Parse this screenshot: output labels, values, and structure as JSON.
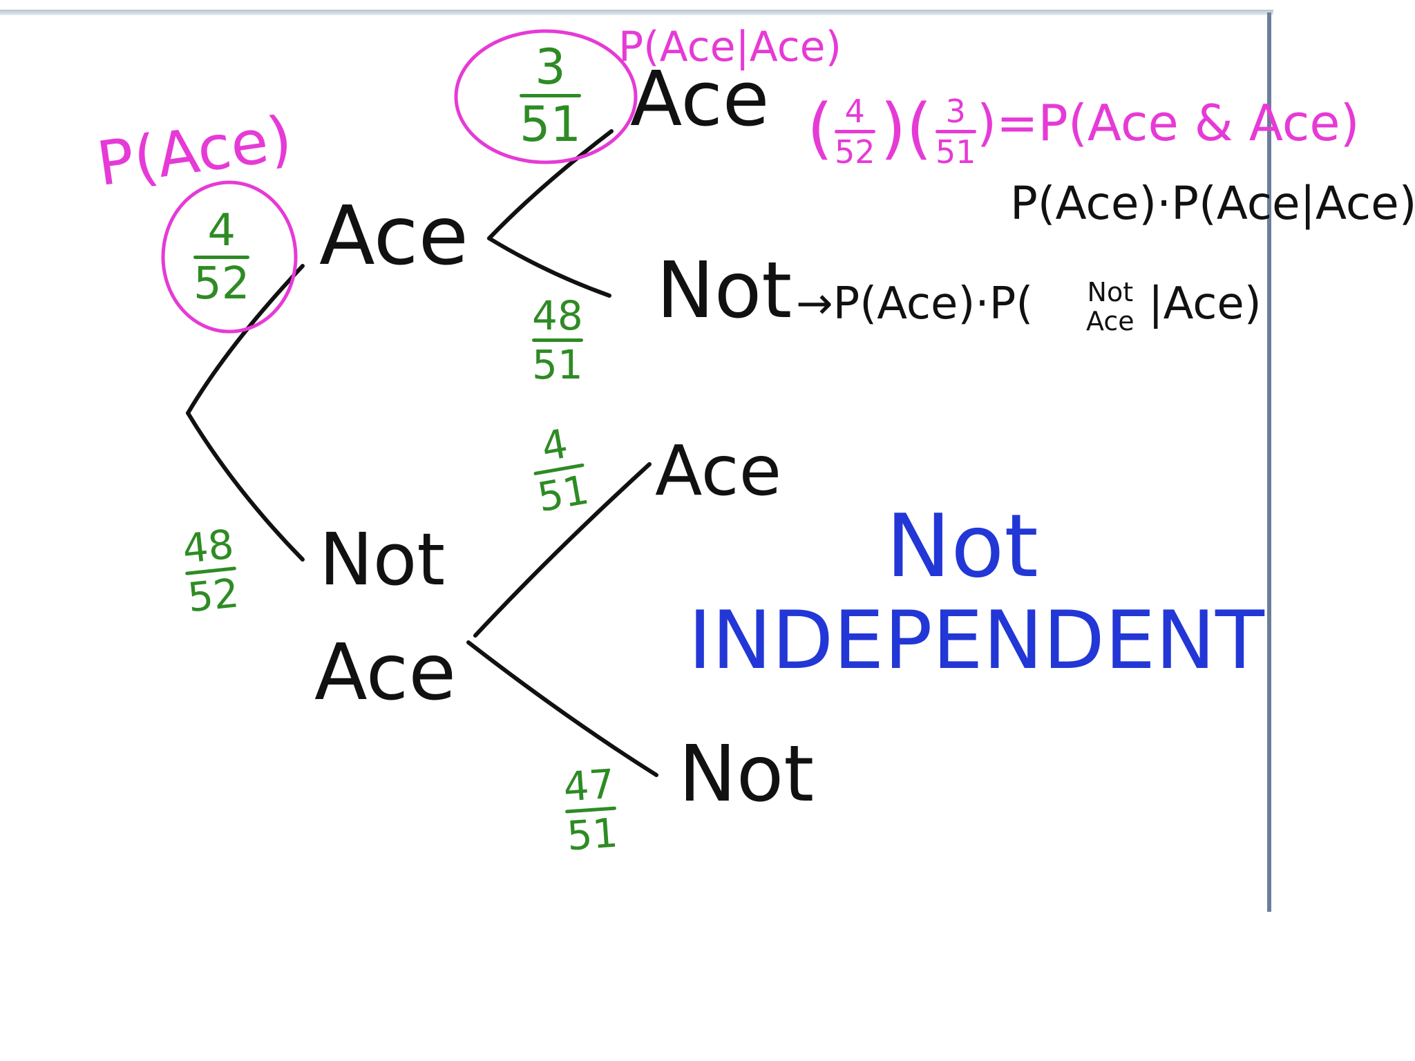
{
  "colors": {
    "ink": "#111111",
    "pink": "#e63ad6",
    "green": "#2e8b24",
    "blue": "#2237d6",
    "frame": "#6b7f98"
  },
  "tree": {
    "root_ace_label": "Ace",
    "root_not_label": [
      "Not",
      "Ace"
    ],
    "p_ace_label": "P(Ace)",
    "p_ace_frac": {
      "num": "4",
      "den": "52"
    },
    "p_not_frac": {
      "num": "48",
      "den": "52"
    },
    "ace_branch": {
      "top_label": "Ace",
      "top_frac": {
        "num": "3",
        "den": "51"
      },
      "top_cond_label": "P(Ace|Ace)",
      "bottom_label": "Not",
      "bottom_frac": {
        "num": "48",
        "den": "51"
      }
    },
    "not_branch": {
      "top_label": "Ace",
      "top_frac": {
        "num": "4",
        "den": "51"
      },
      "bottom_label": "Not",
      "bottom_frac": {
        "num": "47",
        "den": "51"
      }
    }
  },
  "formulas": {
    "pink_product_left": "(",
    "pink_frac1": {
      "num": "4",
      "den": "52"
    },
    "pink_frac2": {
      "num": "3",
      "den": "51"
    },
    "pink_product_right": ")=P(Ace & Ace)",
    "black_product": "P(Ace)·P(Ace|Ace)",
    "not_arrow": "→P(Ace)·P(",
    "not_cond_top": "Not",
    "not_cond_bottom": "Ace",
    "not_cond_tail": "|Ace)"
  },
  "conclusion": {
    "line1": "Not",
    "line2": "INDEPENDENT"
  }
}
